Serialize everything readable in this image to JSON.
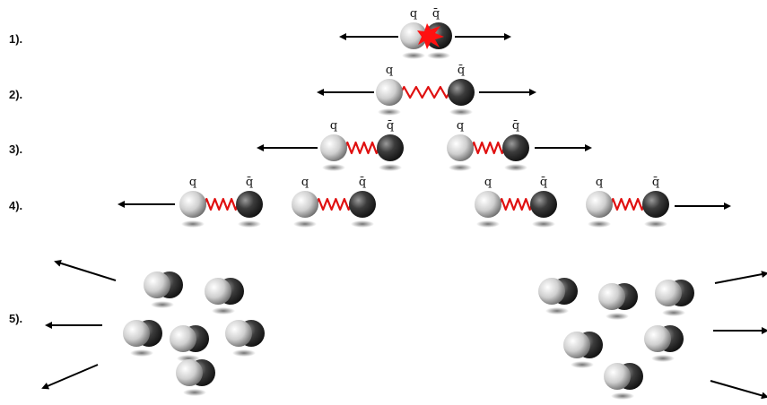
{
  "steps": [
    "1).",
    "2).",
    "3).",
    "4).",
    "5)."
  ],
  "quark_label": "q",
  "antiquark_label": "q̄",
  "colors": {
    "quark": "#d8d8d8",
    "antiquark": "#3a3a3a",
    "string": "#e01010",
    "spark": "#ff1010",
    "arrow": "#000000"
  }
}
